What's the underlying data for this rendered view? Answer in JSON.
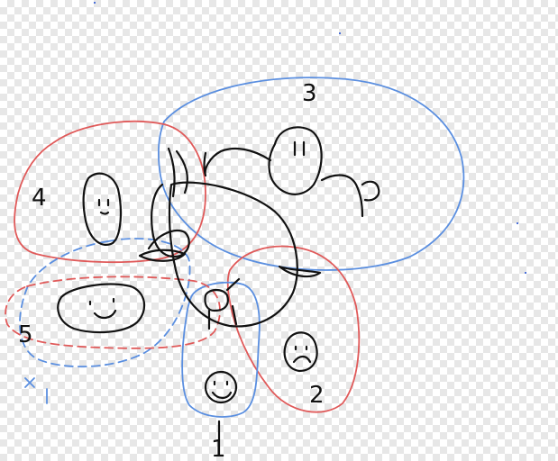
{
  "region_labels": {
    "one": "1",
    "two": "2",
    "three": "3",
    "four": "4",
    "five": "5"
  },
  "colors": {
    "ink": "#111111",
    "red": "#e05a5a",
    "blue": "#5b8fe0",
    "checker": "#e7e7e7"
  },
  "icons": [
    "smiley-face-icon",
    "sad-face-icon",
    "neutral-face-icon",
    "stick-figure-icon",
    "hand-icon",
    "cross-mark-icon"
  ]
}
